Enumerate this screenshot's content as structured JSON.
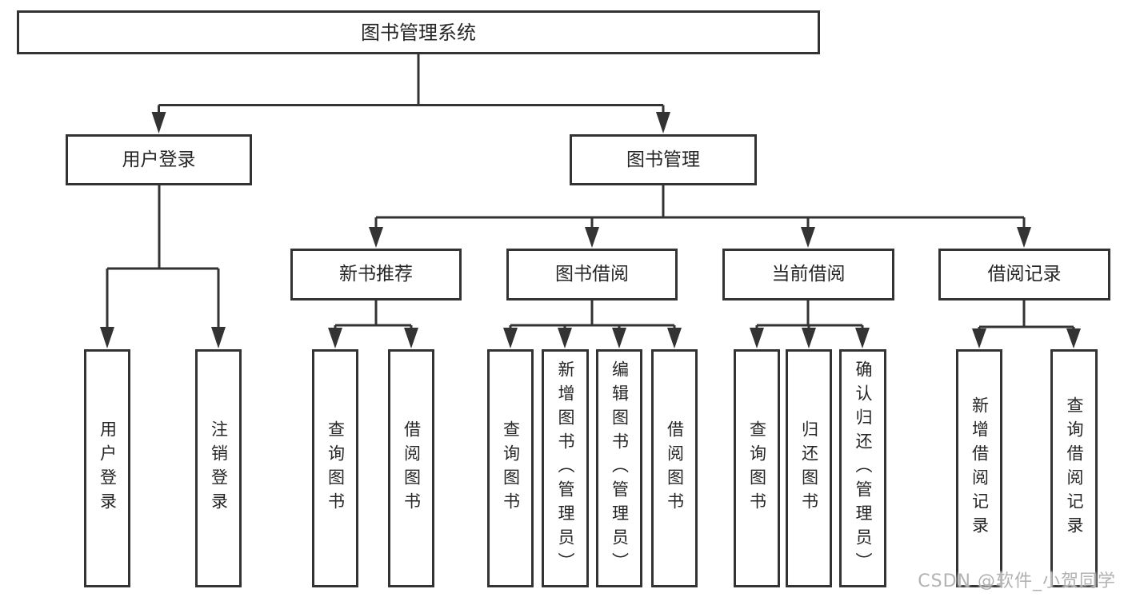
{
  "nodes": {
    "root": "图书管理系统",
    "user_login": "用户登录",
    "book_management": "图书管理",
    "new_book_recommend": "新书推荐",
    "book_borrow": "图书借阅",
    "current_borrow": "当前借阅",
    "borrow_records": "借阅记录",
    "user_login_leaf": "用户登录",
    "logout_leaf": "注销登录",
    "nb_query_books": "查询图书",
    "nb_borrow_books": "借阅图书",
    "bb_query_books": "查询图书",
    "bb_add_books": "新增图书（管理员）",
    "bb_edit_books": "编辑图书（管理员）",
    "bb_borrow_books": "借阅图书",
    "cb_query_books": "查询图书",
    "cb_return_books": "归还图书",
    "cb_confirm_return": "确认归还（管理员）",
    "br_add_record": "新增借阅记录",
    "br_query_record": "查询借阅记录"
  },
  "hierarchy": {
    "图书管理系统": {
      "用户登录": [
        "用户登录",
        "注销登录"
      ],
      "图书管理": {
        "新书推荐": [
          "查询图书",
          "借阅图书"
        ],
        "图书借阅": [
          "查询图书",
          "新增图书（管理员）",
          "编辑图书（管理员）",
          "借阅图书"
        ],
        "当前借阅": [
          "查询图书",
          "归还图书",
          "确认归还（管理员）"
        ],
        "借阅记录": [
          "新增借阅记录",
          "查询借阅记录"
        ]
      }
    }
  },
  "watermark": "CSDN @软件_小贺同学",
  "colors": {
    "line": "#333333",
    "text": "#262626",
    "background": "#ffffff",
    "watermark": "#b2b2b2"
  }
}
